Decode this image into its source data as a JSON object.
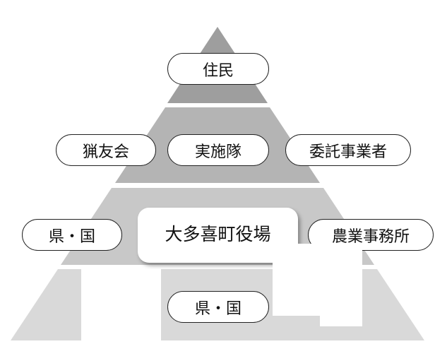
{
  "tiers": [
    {
      "items": [
        "住民"
      ],
      "color": "#9e9e9e"
    },
    {
      "items": [
        "猟友会",
        "実施隊",
        "委託事業者"
      ],
      "color": "#b4b4b4"
    },
    {
      "items": [
        "県・国",
        "大多喜町役場",
        "農業事務所"
      ],
      "color": "#c8c8c8"
    },
    {
      "items": [
        "県・国"
      ],
      "color": "#d9d9d9"
    }
  ]
}
